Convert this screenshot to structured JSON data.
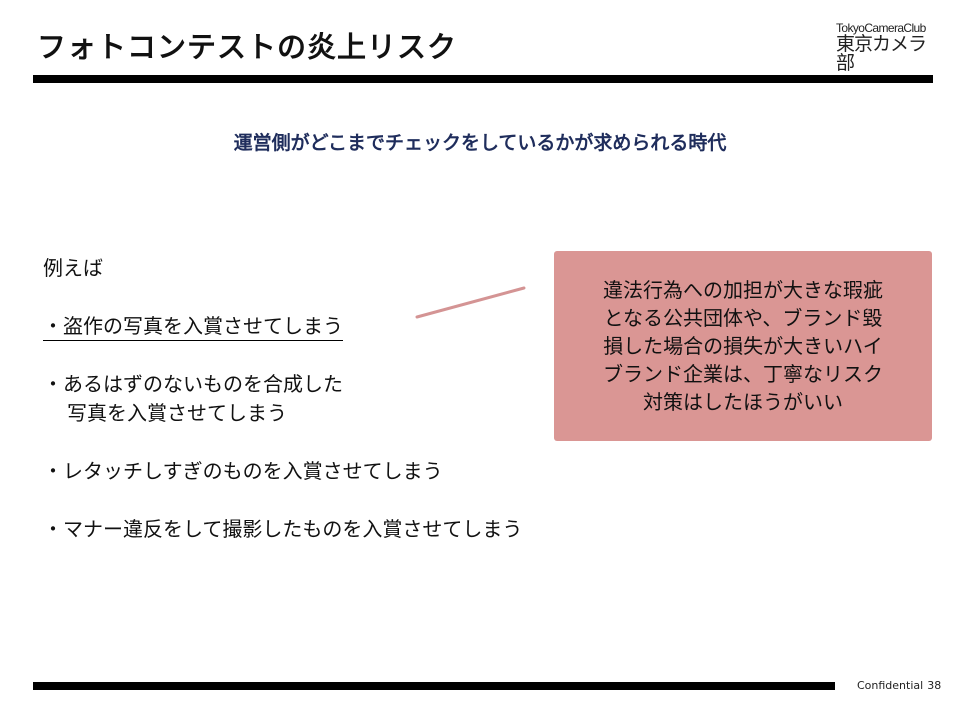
{
  "header": {
    "title": "フォトコンテストの炎上リスク",
    "logo": {
      "english": "TokyoCameraClub",
      "japanese": "東京カメラ部"
    }
  },
  "subtitle": "運営側がどこまでチェックをしているかが求められる時代",
  "content": {
    "intro": "例えば",
    "bullets": [
      {
        "text": "・盗作の写真を入賞させてしまう",
        "underlined": true
      },
      {
        "text": "・あるはずのないものを合成した",
        "continuation": "写真を入賞させてしまう"
      },
      {
        "text": "・レタッチしすぎのものを入賞させてしまう"
      },
      {
        "text": "・マナー違反をして撮影したものを入賞させてしまう"
      }
    ]
  },
  "callout": {
    "lines": [
      "違法行為への加担が大きな瑕疵",
      "となる公共団体や、ブランド毀",
      "損した場合の損失が大きいハイ",
      "ブランド企業は、丁寧なリスク",
      "対策はしたほうがいい"
    ],
    "background_color": "#DA9694",
    "connector_color": "#D49494"
  },
  "colors": {
    "subtitle": "#1F2D5C",
    "rule": "#000000"
  },
  "footer": {
    "label": "Confidential",
    "page_number": "38"
  }
}
